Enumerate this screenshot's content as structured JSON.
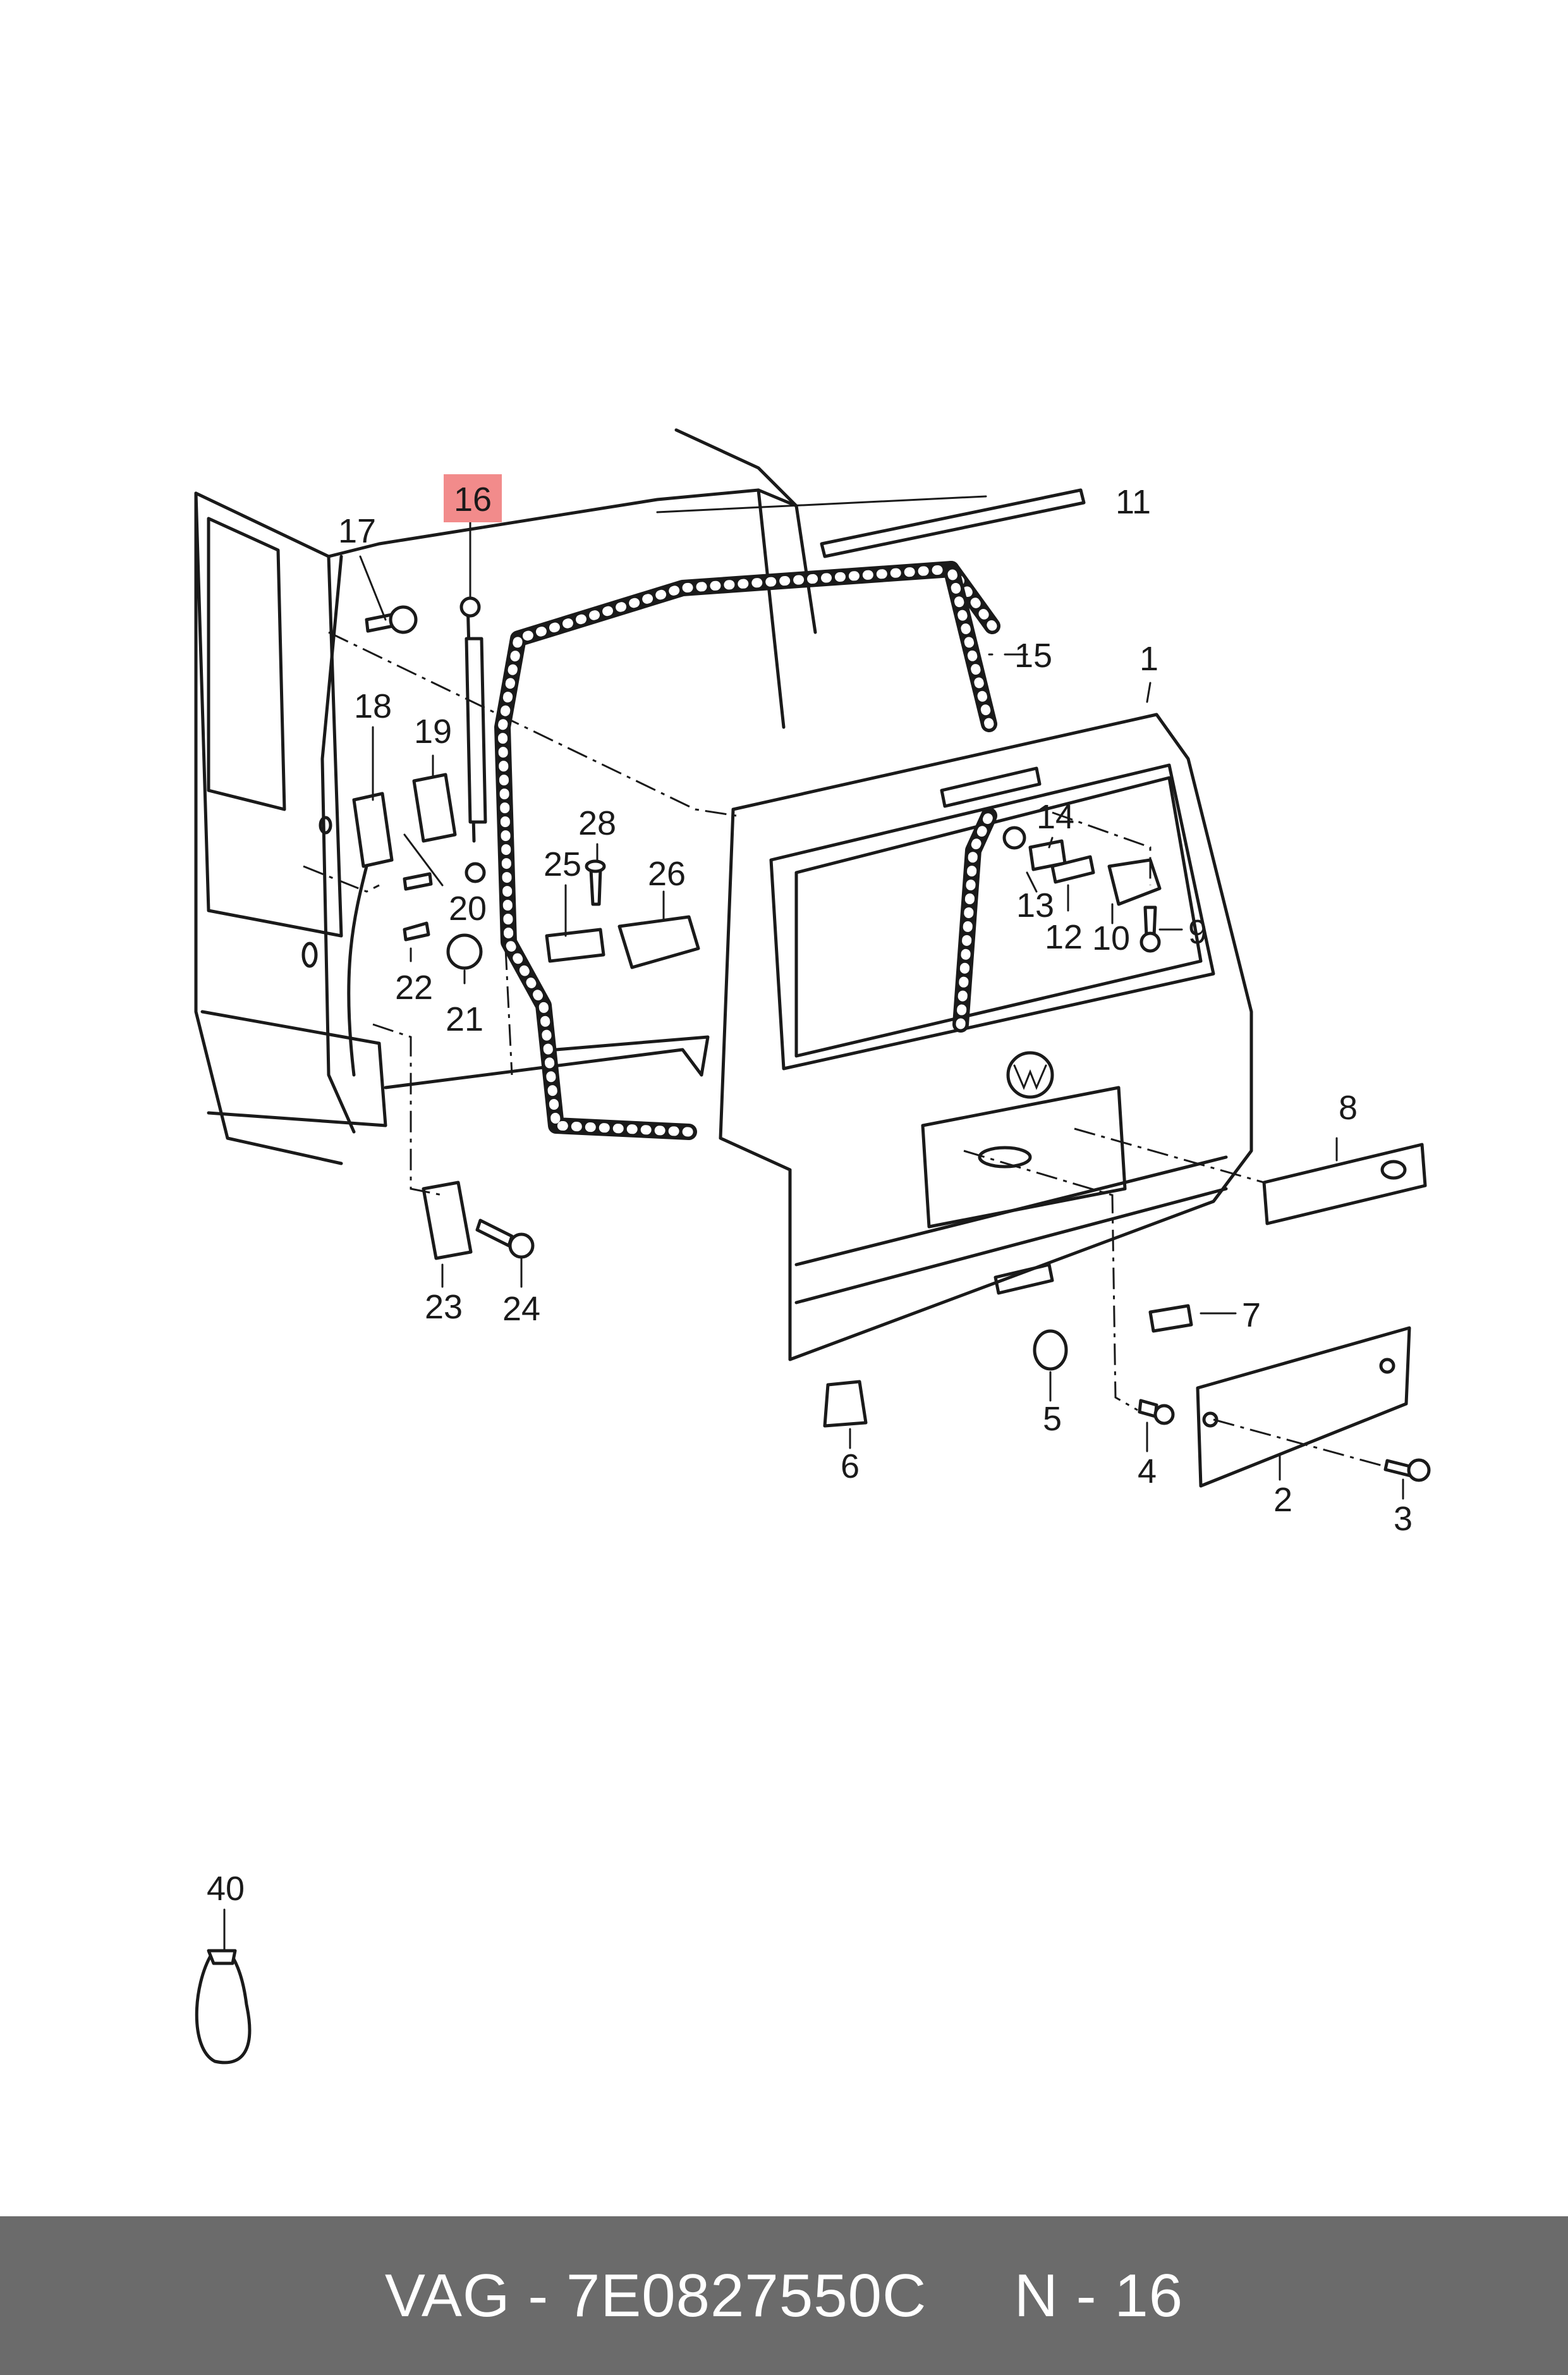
{
  "labels": {
    "p1": "1",
    "p2": "2",
    "p3": "3",
    "p4": "4",
    "p5": "5",
    "p6": "6",
    "p7": "7",
    "p8": "8",
    "p9": "9",
    "p10": "10",
    "p11": "11",
    "p12": "12",
    "p13": "13",
    "p14": "14",
    "p15": "15",
    "p16": "16",
    "p17": "17",
    "p18": "18",
    "p19": "19",
    "p20": "20",
    "p21": "21",
    "p22": "22",
    "p23": "23",
    "p24": "24",
    "p25": "25",
    "p26": "26",
    "p28": "28",
    "p40": "40"
  },
  "highlight": {
    "part": "16",
    "color": "#f28b8b"
  },
  "footer": {
    "text": "VAG - 7E0827550C     N - 16"
  },
  "colors": {
    "footer_bg": "#6b6b6b",
    "footer_text": "#ffffff",
    "line": "#1a1a1a"
  }
}
